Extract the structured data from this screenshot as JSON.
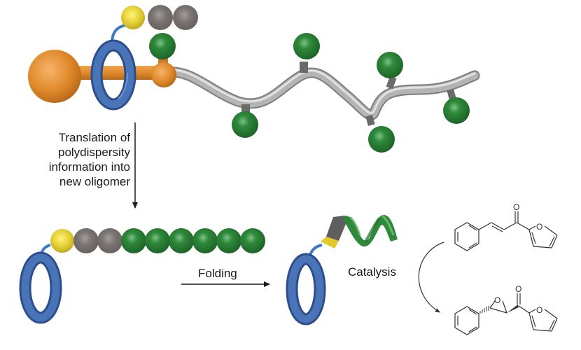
{
  "figure": {
    "labels": {
      "translation": [
        "Translation of",
        "polydispersity",
        "information into",
        "new oligomer"
      ],
      "folding": "Folding",
      "catalysis": "Catalysis"
    },
    "atoms": {
      "oxygen": "O"
    },
    "components": {
      "rotaxane_stopper": "orange sphere",
      "macrocycle": "blue ring",
      "polymer_backbone": "grey chain with green side-beads",
      "new_oligomer_sequence": [
        "yellow",
        "grey",
        "grey",
        "green",
        "green",
        "green",
        "green",
        "green",
        "green"
      ],
      "folded_structure": "helix (yellow, grey, green)",
      "reaction": {
        "substrate": "(E)-3-phenyl-1-(furan-2-yl)prop-2-en-1-one",
        "product": "trans-epoxide: (3-phenyloxiran-2-yl)(furan-2-yl)methanone"
      }
    },
    "colors": {
      "orange": "#E08A2C",
      "blue": "#3E66A8",
      "yellow": "#E6D23A",
      "grey_bead": "#7A7573",
      "green": "#2E8A3A",
      "backbone": "#A8A8A8"
    }
  }
}
